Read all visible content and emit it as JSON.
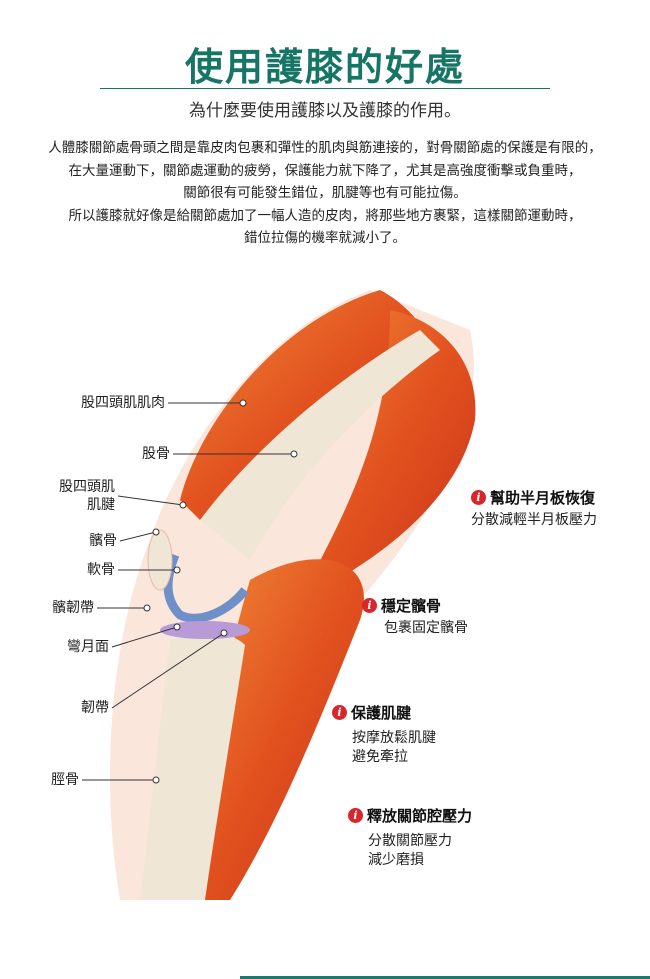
{
  "title": "使用護膝的好處",
  "subtitle": "為什麼要使用護膝以及護膝的作用。",
  "intro": [
    "人體膝關節處骨頭之間是靠皮肉包裹和彈性的肌肉與筋連接的，對骨關節處的保護是有限的，",
    "在大量運動下，關節處運動的疲勞，保護能力就下降了，尤其是高強度衝擊或負重時，",
    "關節很有可能發生錯位，肌腱等也有可能拉傷。",
    "所以護膝就好像是給關節處加了一幅人造的皮肉，將那些地方裹緊，這樣關節運動時，",
    "錯位拉傷的機率就減小了。"
  ],
  "labels": {
    "quad_muscle": "股四頭肌肌肉",
    "femur": "股骨",
    "quad_tendon_1": "股四頭肌",
    "quad_tendon_2": "肌腱",
    "patella": "髕骨",
    "cartilage": "軟骨",
    "patellar_ligament": "髕韌帶",
    "meniscus": "彎月面",
    "ligament": "韌帶",
    "tibia": "脛骨"
  },
  "benefits": [
    {
      "heading": "幫助半月板恢復",
      "lines": [
        "分散減輕半月板壓力"
      ]
    },
    {
      "heading": "穩定髕骨",
      "lines": [
        "包裹固定髕骨"
      ]
    },
    {
      "heading": "保護肌腱",
      "lines": [
        "按摩放鬆肌腱",
        "避免牽拉"
      ]
    },
    {
      "heading": "釋放關節腔壓力",
      "lines": [
        "分散關節壓力",
        "減少磨損"
      ]
    }
  ],
  "info_glyph": "i",
  "colors": {
    "title": "#177566",
    "muscle": "#e2521f",
    "bone": "#efe6d6",
    "cartilage": "#6f8fc8",
    "meniscus": "#b89ad6",
    "info": "#d8262b"
  }
}
